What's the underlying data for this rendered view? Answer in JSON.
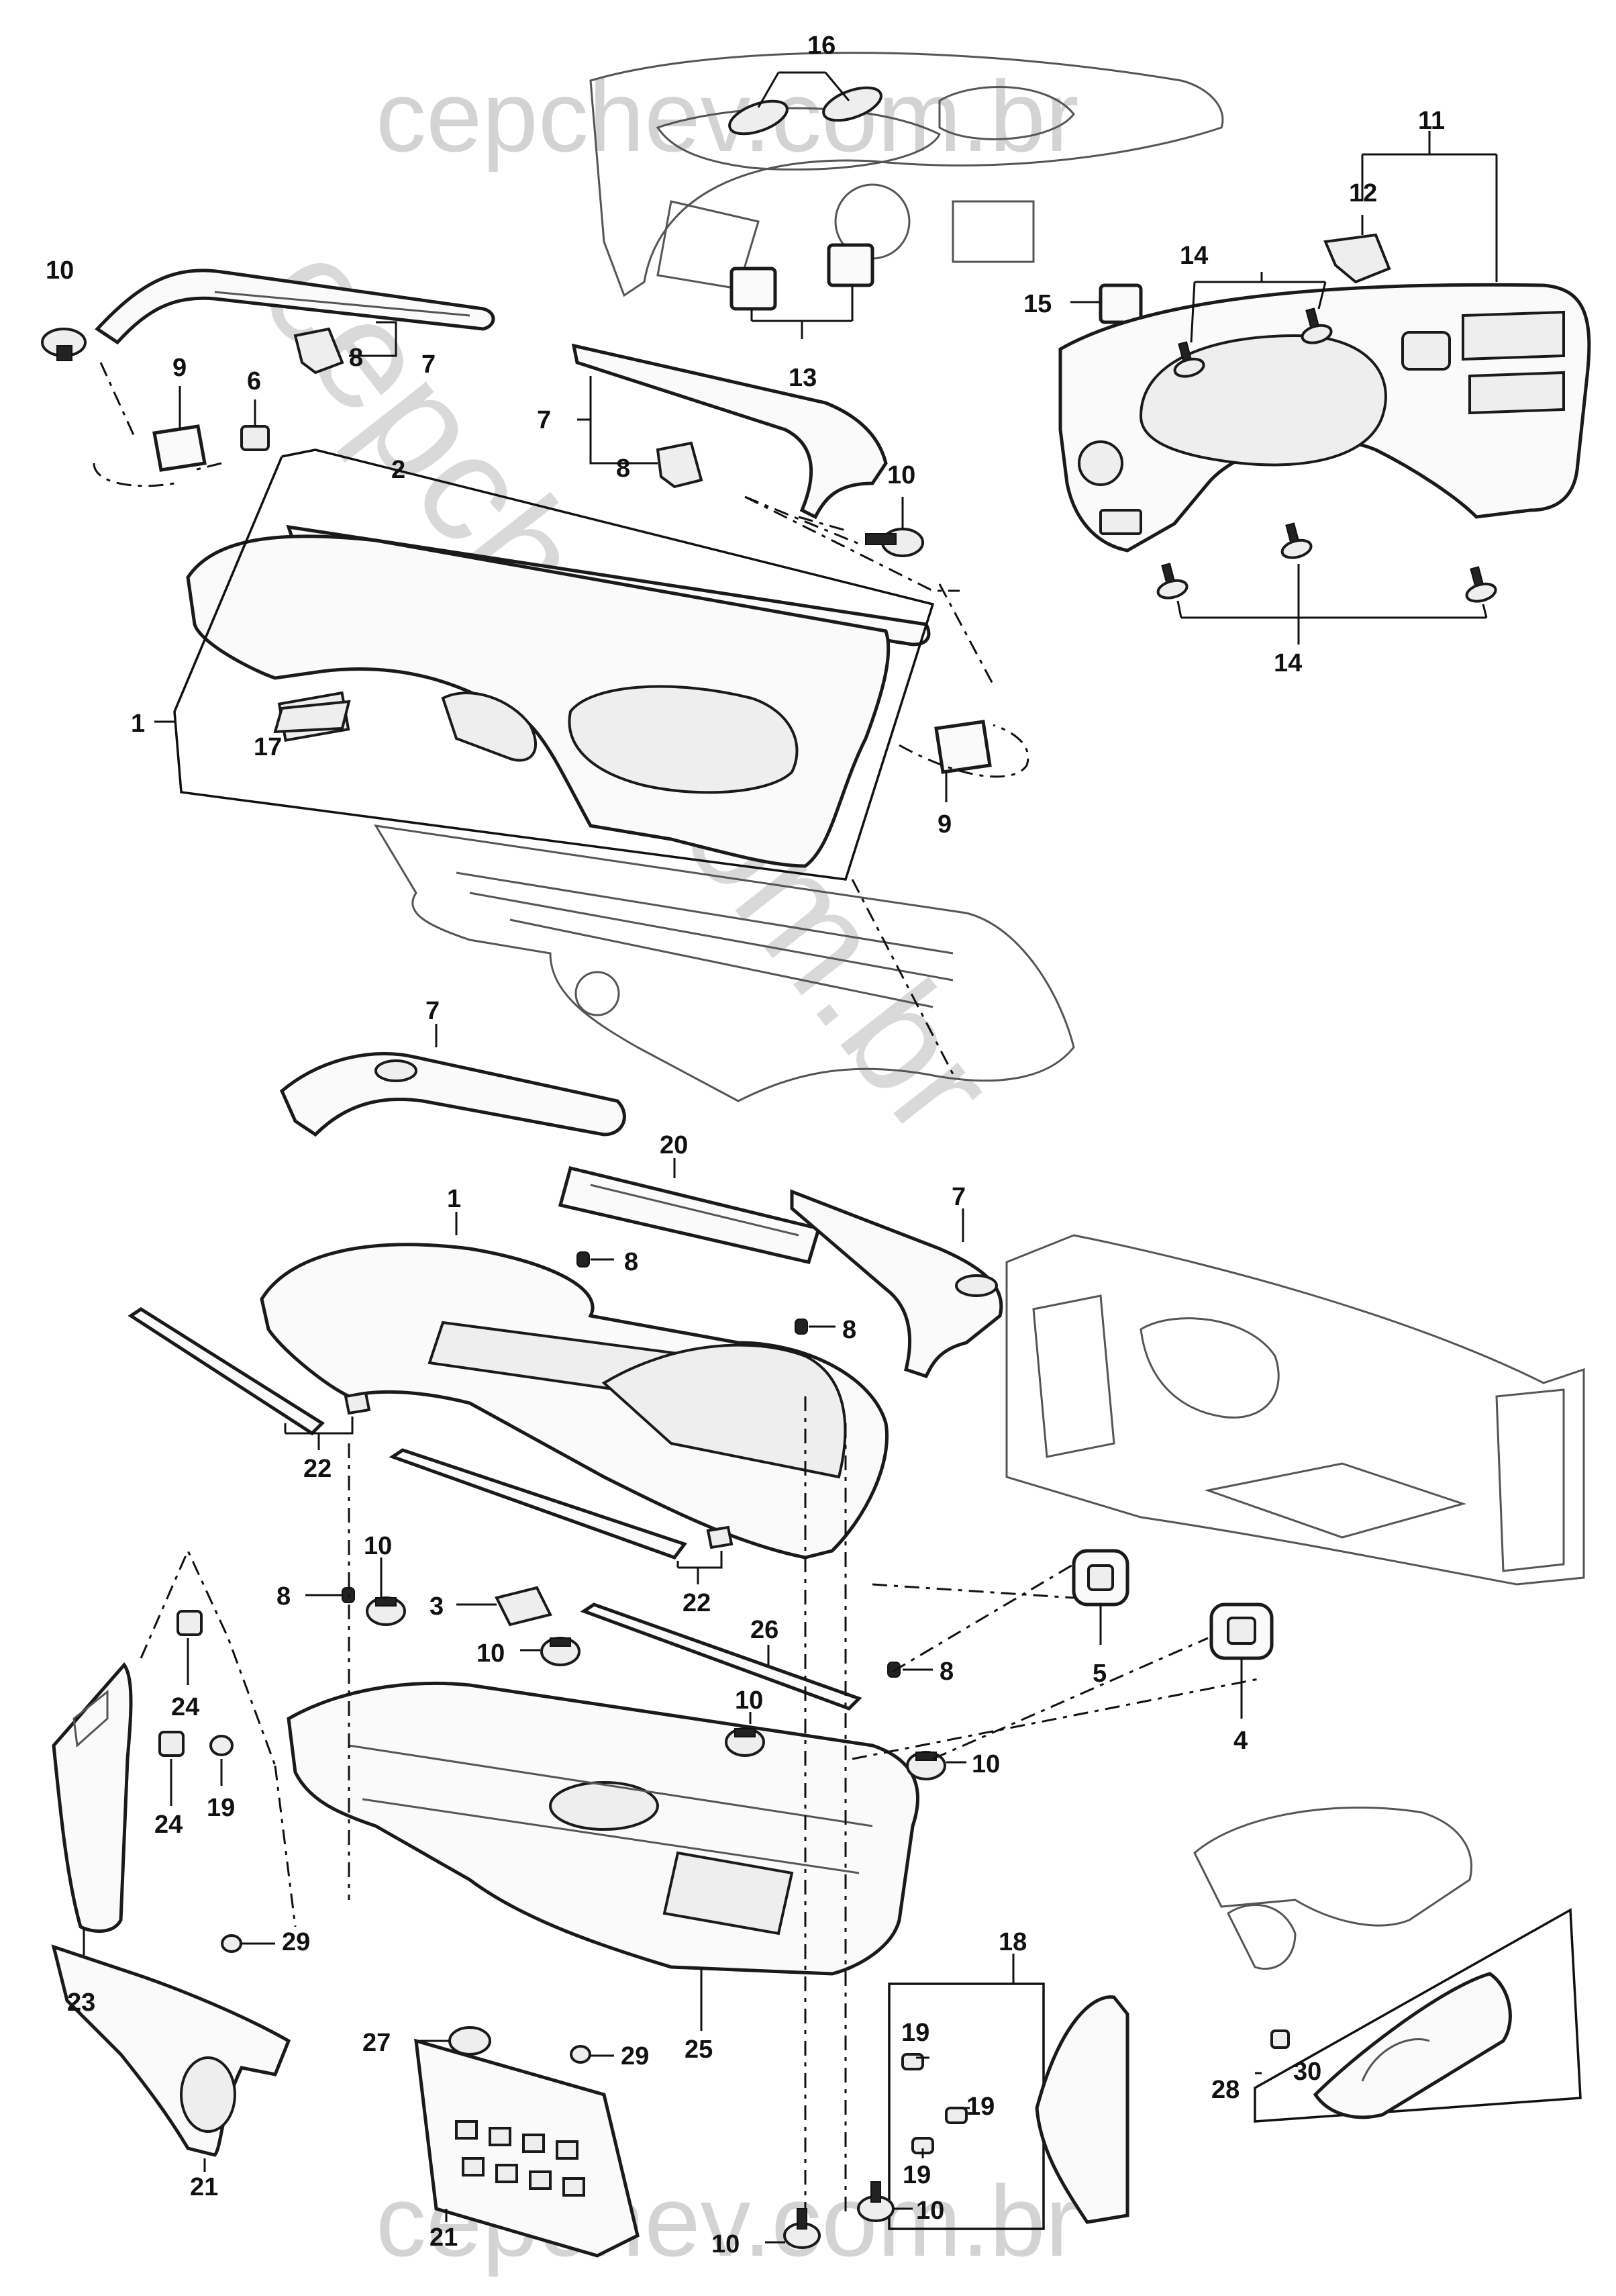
{
  "watermarks": {
    "top": "cepchev.com.br",
    "bottom": "cepchev.com.br",
    "diagonal": "cepchev.com.br"
  },
  "callouts": [
    {
      "id": "c16",
      "text": "16"
    },
    {
      "id": "c11",
      "text": "11"
    },
    {
      "id": "c12",
      "text": "12"
    },
    {
      "id": "c10a",
      "text": "10"
    },
    {
      "id": "c7a",
      "text": "7"
    },
    {
      "id": "c8a",
      "text": "8"
    },
    {
      "id": "c9a",
      "text": "9"
    },
    {
      "id": "c6",
      "text": "6"
    },
    {
      "id": "c14a",
      "text": "14"
    },
    {
      "id": "c15",
      "text": "15"
    },
    {
      "id": "c13",
      "text": "13"
    },
    {
      "id": "c7b",
      "text": "7"
    },
    {
      "id": "c8b",
      "text": "8"
    },
    {
      "id": "c10b",
      "text": "10"
    },
    {
      "id": "c2",
      "text": "2"
    },
    {
      "id": "c14b",
      "text": "14"
    },
    {
      "id": "c1a",
      "text": "1"
    },
    {
      "id": "c17",
      "text": "17"
    },
    {
      "id": "c9b",
      "text": "9"
    },
    {
      "id": "c7c",
      "text": "7"
    },
    {
      "id": "c20",
      "text": "20"
    },
    {
      "id": "c1b",
      "text": "1"
    },
    {
      "id": "c7d",
      "text": "7"
    },
    {
      "id": "c8c",
      "text": "8"
    },
    {
      "id": "c8d",
      "text": "8"
    },
    {
      "id": "c22a",
      "text": "22"
    },
    {
      "id": "c22b",
      "text": "22"
    },
    {
      "id": "c10c",
      "text": "10"
    },
    {
      "id": "c8e",
      "text": "8"
    },
    {
      "id": "c3",
      "text": "3"
    },
    {
      "id": "c10d",
      "text": "10"
    },
    {
      "id": "c26",
      "text": "26"
    },
    {
      "id": "c8f",
      "text": "8"
    },
    {
      "id": "c5",
      "text": "5"
    },
    {
      "id": "c4",
      "text": "4"
    },
    {
      "id": "c10e",
      "text": "10"
    },
    {
      "id": "c10f",
      "text": "10"
    },
    {
      "id": "c24a",
      "text": "24"
    },
    {
      "id": "c24b",
      "text": "24"
    },
    {
      "id": "c19a",
      "text": "19"
    },
    {
      "id": "c23",
      "text": "23"
    },
    {
      "id": "c29a",
      "text": "29"
    },
    {
      "id": "c18",
      "text": "18"
    },
    {
      "id": "c30",
      "text": "30"
    },
    {
      "id": "c28",
      "text": "28"
    },
    {
      "id": "c27",
      "text": "27"
    },
    {
      "id": "c29b",
      "text": "29"
    },
    {
      "id": "c25",
      "text": "25"
    },
    {
      "id": "c19b",
      "text": "19"
    },
    {
      "id": "c19c",
      "text": "19"
    },
    {
      "id": "c19d",
      "text": "19"
    },
    {
      "id": "c21a",
      "text": "21"
    },
    {
      "id": "c21b",
      "text": "21"
    },
    {
      "id": "c10g",
      "text": "10"
    },
    {
      "id": "c10h",
      "text": "10"
    }
  ]
}
